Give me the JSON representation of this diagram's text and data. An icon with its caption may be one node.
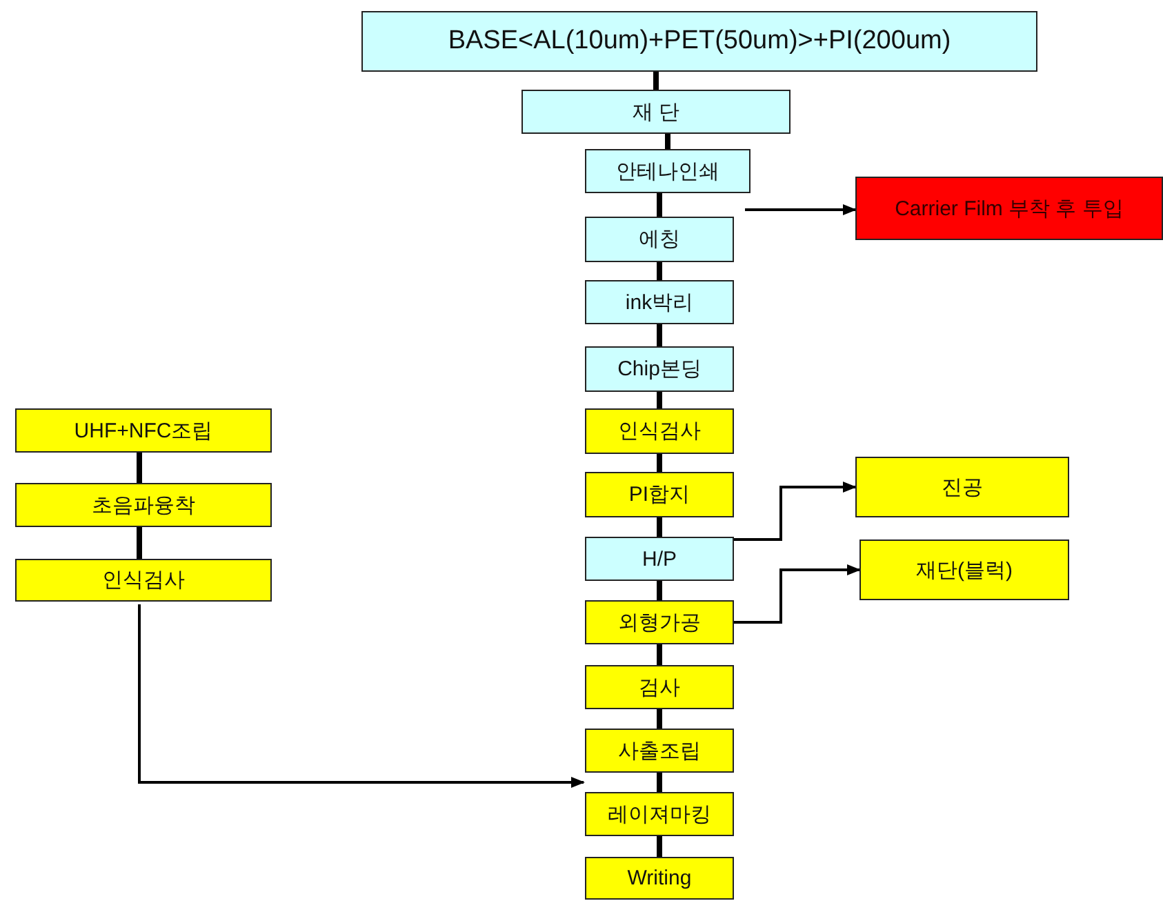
{
  "diagram": {
    "nodes": [
      {
        "text": [
          "BASE<AL(10um)+PET(50um)>+PI(200um)"
        ]
      },
      {
        "text": [
          "재 단"
        ]
      },
      {
        "text": [
          "안테나인쇄"
        ]
      },
      {
        "text": [
          "Carrier Film 부착 후 투입"
        ]
      },
      {
        "text": [
          "에칭"
        ]
      },
      {
        "text": [
          "ink박리"
        ]
      },
      {
        "text": [
          "Chip본딩"
        ]
      },
      {
        "text": [
          "UHF+NFC조립"
        ]
      },
      {
        "text": [
          "인식검사"
        ]
      },
      {
        "text": [
          "PI합지"
        ]
      },
      {
        "text": [
          "진공"
        ]
      },
      {
        "text": [
          "초음파융착"
        ]
      },
      {
        "text": [
          "H/P"
        ]
      },
      {
        "text": [
          "재단(블럭)"
        ]
      },
      {
        "text": [
          "인식검사"
        ]
      },
      {
        "text": [
          "외형가공"
        ]
      },
      {
        "text": [
          "검사"
        ]
      },
      {
        "text": [
          "사출조립"
        ]
      },
      {
        "text": [
          "레이져마킹"
        ]
      },
      {
        "text": [
          "Writing"
        ]
      }
    ],
    "edges": [
      {
        "from": 0,
        "to": 1,
        "arrow": "none"
      },
      {
        "from": 1,
        "to": 2,
        "arrow": "none"
      },
      {
        "from": 2,
        "to": 4,
        "arrow": "none"
      },
      {
        "from": 4,
        "to": 3,
        "arrow": "to"
      },
      {
        "from": 4,
        "to": 5,
        "arrow": "none"
      },
      {
        "from": 5,
        "to": 6,
        "arrow": "none"
      },
      {
        "from": 6,
        "to": 8,
        "arrow": "none"
      },
      {
        "from": 7,
        "to": 11,
        "arrow": "none"
      },
      {
        "from": 8,
        "to": 9,
        "arrow": "none"
      },
      {
        "from": 11,
        "to": 14,
        "arrow": "none"
      },
      {
        "from": 9,
        "to": 12,
        "arrow": "none"
      },
      {
        "from": 12,
        "to": 10,
        "arrow": "to"
      },
      {
        "from": 12,
        "to": 15,
        "arrow": "none"
      },
      {
        "from": 15,
        "to": 13,
        "arrow": "to"
      },
      {
        "from": 15,
        "to": 16,
        "arrow": "none"
      },
      {
        "from": 16,
        "to": 17,
        "arrow": "none"
      },
      {
        "from": 14,
        "to": 17,
        "arrow": "to"
      },
      {
        "from": 17,
        "to": 18,
        "arrow": "none"
      },
      {
        "from": 18,
        "to": 19,
        "arrow": "none"
      }
    ]
  }
}
